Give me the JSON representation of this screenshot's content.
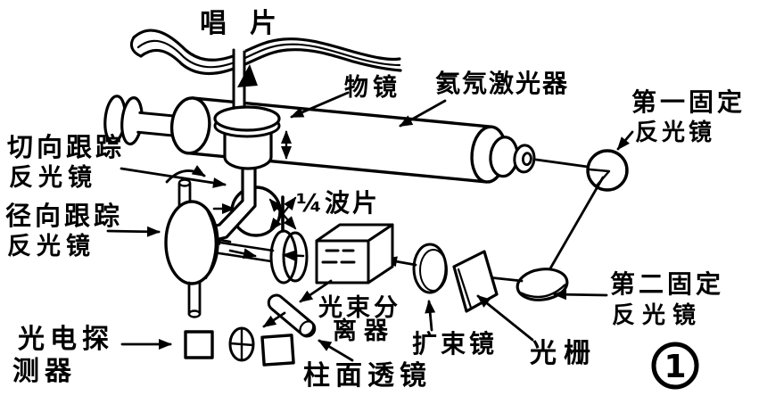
{
  "colors": {
    "ink": "#000000",
    "paper": "#ffffff"
  },
  "labels": {
    "disc": "唱片",
    "objective": "物镜",
    "laser": "氦氖激光器",
    "mirror1": {
      "line1": "第一固定",
      "line2": "反光镜"
    },
    "tangential": {
      "line1": "切向跟踪",
      "line2": "反光镜"
    },
    "radial": {
      "line1": "径向跟踪",
      "line2": "反光镜"
    },
    "waveplate": "¼波片",
    "splitter": {
      "line1": "光束分",
      "line2": "离器"
    },
    "expander": "扩束镜",
    "grating": "光栅",
    "mirror2": {
      "line1": "第二固定",
      "line2": "反光镜"
    },
    "detector": {
      "line1": "光电探",
      "line2": "测器"
    },
    "cylindrical_lens": "柱面透镜",
    "figure_number": "1"
  }
}
